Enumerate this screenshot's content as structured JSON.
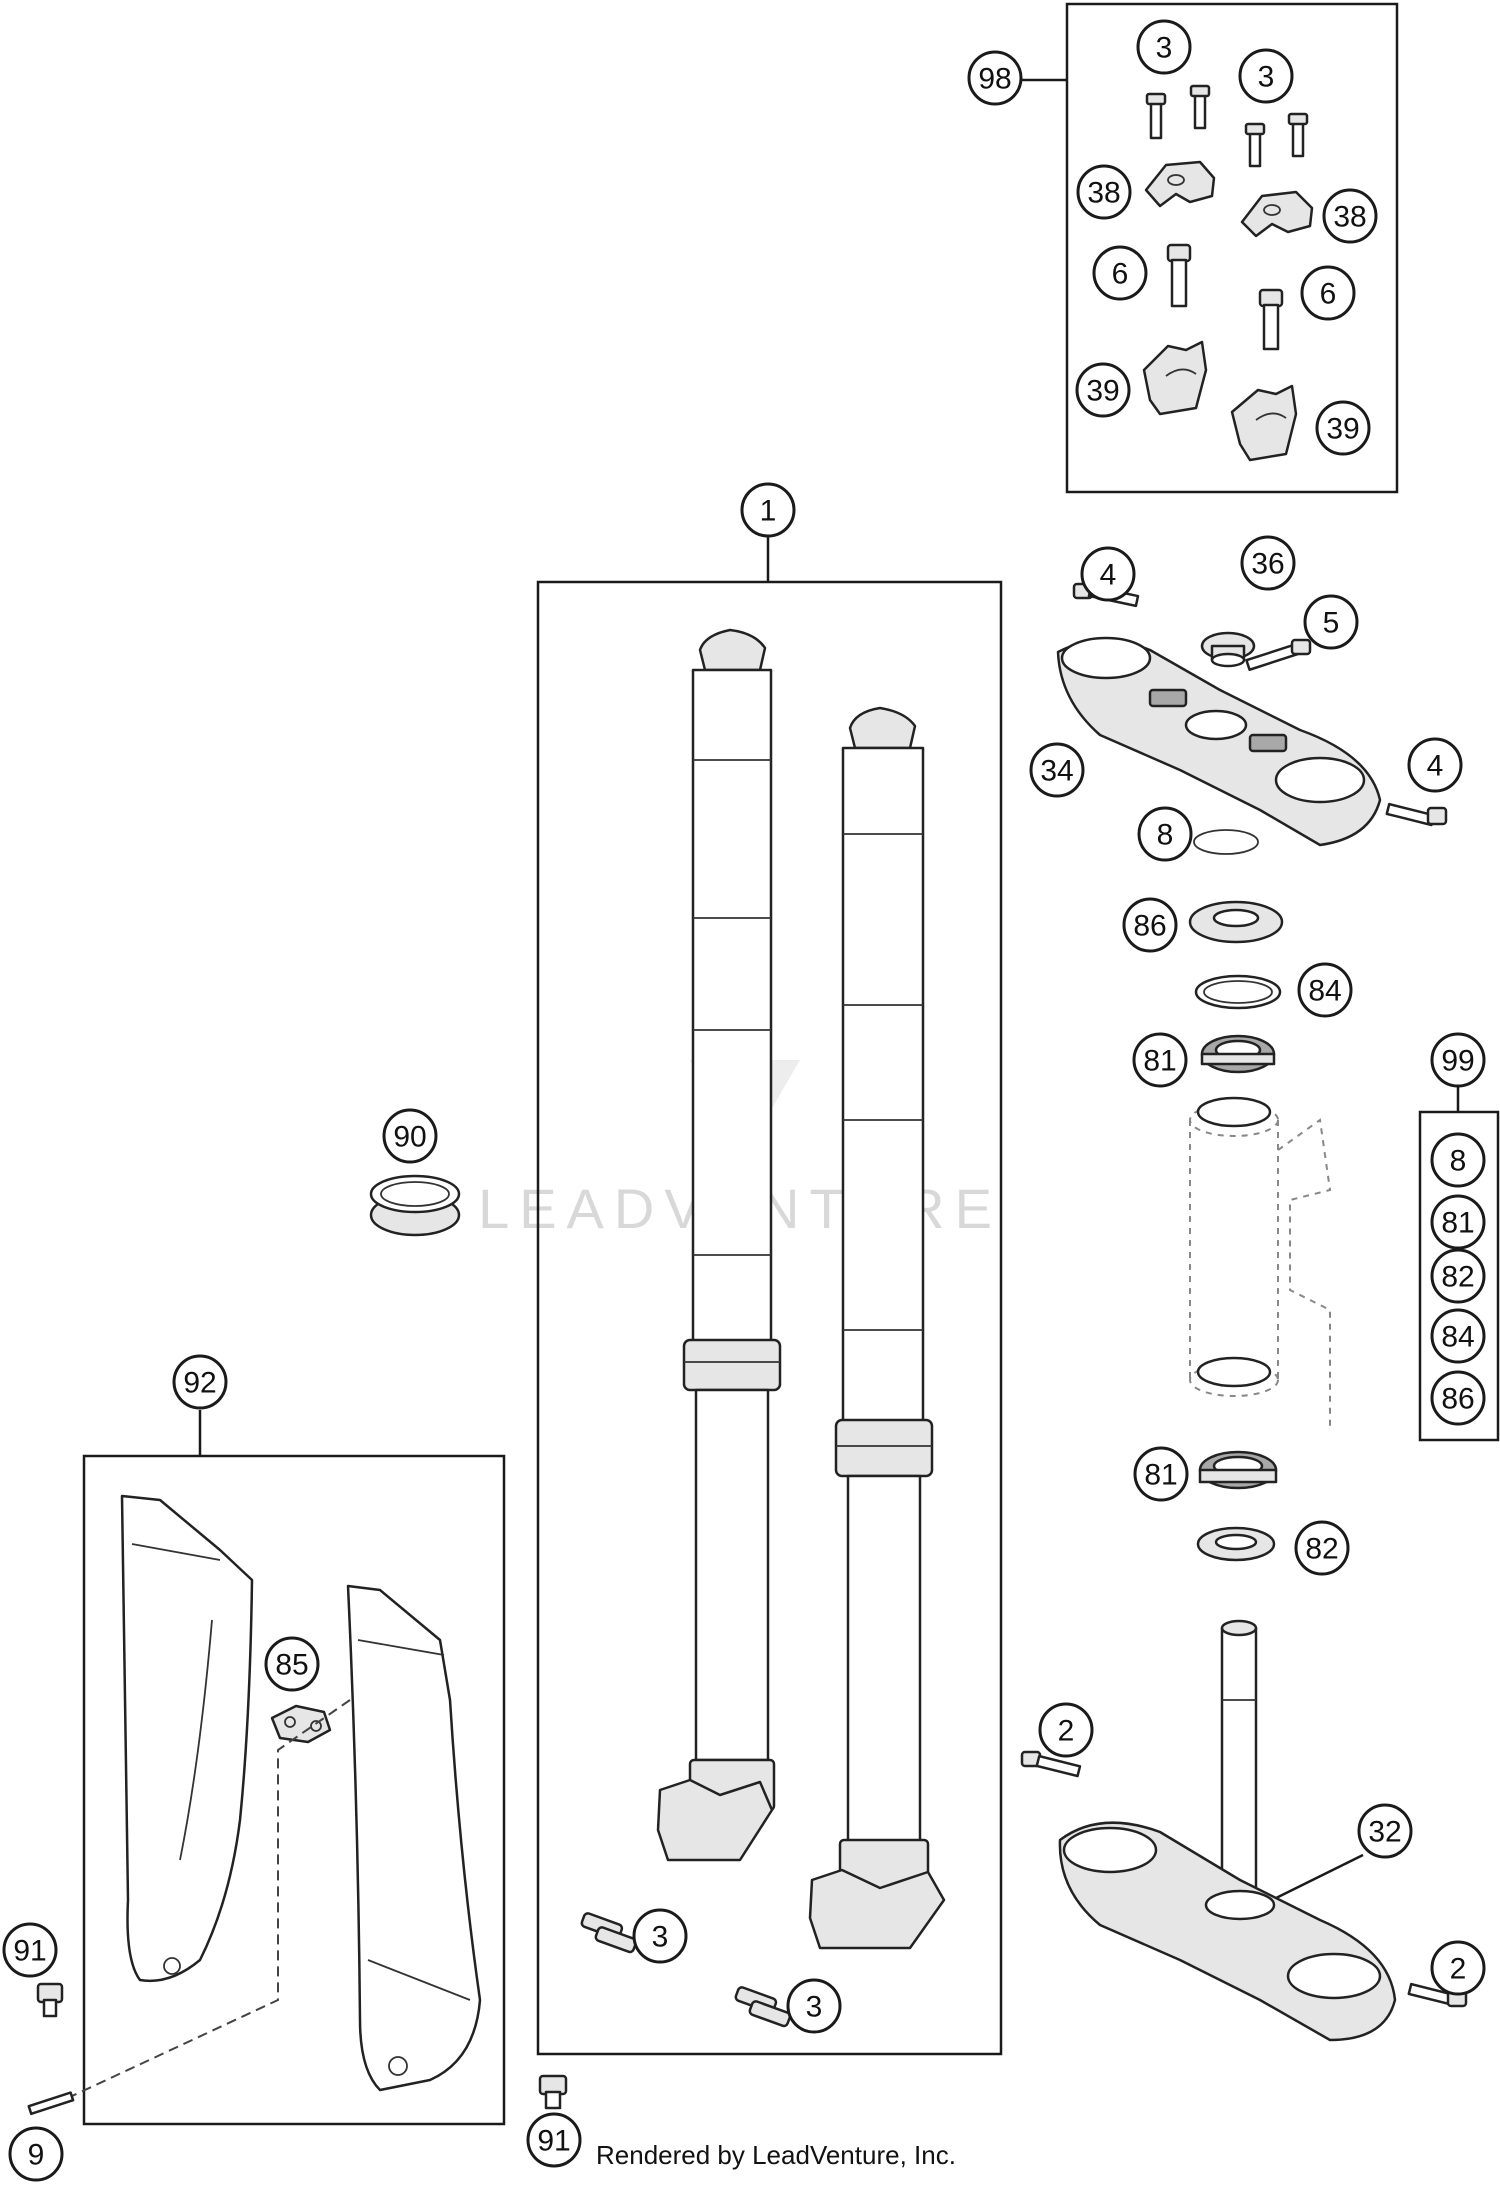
{
  "watermark": "LEADVENTURE",
  "footer": "Rendered by LeadVenture, Inc.",
  "callouts": [
    {
      "label": "98"
    },
    {
      "label": "3"
    },
    {
      "label": "3"
    },
    {
      "label": "38"
    },
    {
      "label": "38"
    },
    {
      "label": "6"
    },
    {
      "label": "6"
    },
    {
      "label": "39"
    },
    {
      "label": "39"
    },
    {
      "label": "1"
    },
    {
      "label": "4"
    },
    {
      "label": "36"
    },
    {
      "label": "5"
    },
    {
      "label": "34"
    },
    {
      "label": "4"
    },
    {
      "label": "8"
    },
    {
      "label": "86"
    },
    {
      "label": "84"
    },
    {
      "label": "81"
    },
    {
      "label": "99"
    },
    {
      "label": "8"
    },
    {
      "label": "81"
    },
    {
      "label": "82"
    },
    {
      "label": "84"
    },
    {
      "label": "86"
    },
    {
      "label": "90"
    },
    {
      "label": "92"
    },
    {
      "label": "85"
    },
    {
      "label": "81"
    },
    {
      "label": "82"
    },
    {
      "label": "2"
    },
    {
      "label": "32"
    },
    {
      "label": "3"
    },
    {
      "label": "3"
    },
    {
      "label": "2"
    },
    {
      "label": "91"
    },
    {
      "label": "91"
    },
    {
      "label": "9"
    }
  ]
}
